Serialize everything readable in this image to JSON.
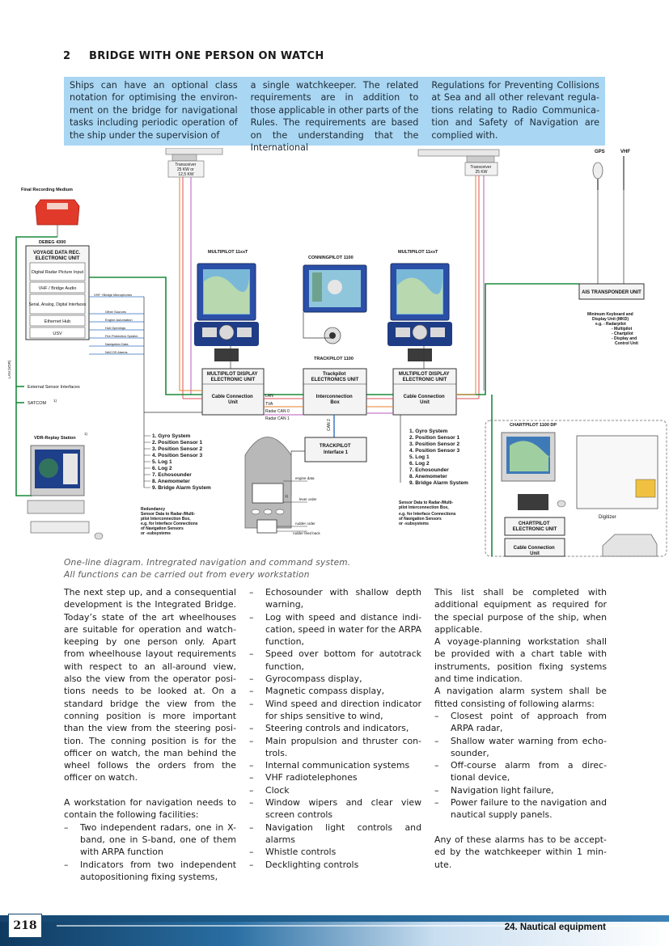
{
  "heading": {
    "number": "2",
    "title": "BRIDGE WITH ONE PERSON ON WATCH"
  },
  "intro": {
    "col1": "Ships can have an optional class notation for optimising the environ-ment on the bridge for navigational tasks including periodic operation of the ship under the supervision of",
    "col2": "a single watchkeeper. The related requirements are in addition to those applicable in other parts of the Rules. The requirements are based on the understanding that the International",
    "col3": "Regulations for Preventing Collisions at Sea and all other relevant regula-tions relating to Radio Communica-tion and Safety of Navigation are complied with."
  },
  "diagram": {
    "transceiver_left": [
      "Transceiver",
      "25 KW or",
      "12,5 KW"
    ],
    "transceiver_right": [
      "Transceiver",
      "25 KW"
    ],
    "gps": "GPS",
    "vhf": "VHF",
    "final_recording": "Final Recording Medium",
    "debeg": "DEBEG 4300",
    "vdr_unit_title": [
      "VOYAGE DATA REC.",
      "ELECTRONIC UNIT"
    ],
    "vdr_rows": [
      "Digital Radar Picture Input",
      "VHF / Bridge Audio",
      "Serial, Analog, Digital Interfaces",
      "Ethernet Hub",
      "USV"
    ],
    "vdr_inputs": [
      "VHF +Bridge Microphones",
      "Other Sources",
      "Engine Automation",
      "Hull Openings",
      "Fire Protection System",
      "Navigation Data",
      "NACOS Alarms"
    ],
    "lan_vdr": "LAN (VDR)",
    "ext_sensor": "External Sensor Interfaces",
    "satcom": "SATCOM",
    "satcom_note": "1)",
    "vdr_replay": "VDR-Replay Station",
    "vdr_replay_note": "1)",
    "multipilot_left": "MULTIPILOT 11xxT",
    "multipilot_right": "MULTIPILOT 11xxT",
    "conningpilot": "CONNINGPILOT 1100",
    "trackpilot": "TRACKPILOT 1100",
    "mp_unit_left": [
      "MULTIPILOT DISPLAY",
      "ELECTRONIC UNIT"
    ],
    "mp_unit_right": [
      "MULTIPILOT DISPLAY",
      "ELECTRONIC UNIT"
    ],
    "tp_unit": [
      "Trackpilot",
      "ELECTRONICS UNIT"
    ],
    "cable_conn_left": [
      "Cable Connection",
      "Unit"
    ],
    "cable_conn_right": [
      "Cable Connection",
      "Unit"
    ],
    "interconnection": [
      "Interconnection",
      "Box"
    ],
    "bus_labels": [
      "LAN",
      "TVA",
      "Radar CAN 0",
      "Radar CAN 1"
    ],
    "can2": "CAN 2",
    "tp_interface": [
      "TRACKPILOT",
      "Interface 1"
    ],
    "ais": "AIS TRANSPONDER UNIT",
    "mkd": [
      "Minimum Keyboard and",
      "Display Unit (MKD)",
      "e.g.  - Radarpilot",
      "- Multipilot",
      "- Chartpilot",
      "- Display and",
      "Control Unit"
    ],
    "sensors_left": [
      "1. Gyro System",
      "2. Position Sensor 1",
      "3. Position Sensor 2",
      "4. Position Sensor 3",
      "5. Log 1",
      "6. Log 2",
      "7. Echosounder",
      "8. Anemometer",
      "9. Bridge Alarm System"
    ],
    "redundancy_left": [
      "Redundancy",
      "Sensor Data to Radar-/Multi-",
      "pilot Interconnection Box,",
      "e.g. for Interface Connections",
      "of Navigation Sensors",
      "or -subsystems"
    ],
    "sensors_right": [
      "1. Gyro System",
      "2. Position Sensor 1",
      "3. Position Sensor 2",
      "4. Position Sensor 3",
      "5. Log 1",
      "6. Log 2",
      "7. Echosounder",
      "8. Anemometer",
      "9. Bridge Alarm System"
    ],
    "redundancy_right": [
      "Sensor Data to Radar-/Multi-",
      "pilot Interconnection Box,",
      "e.g. for Interface Connections",
      "of Navigation Sensors",
      "or -subsystems"
    ],
    "ship_labels": [
      "engine data",
      "lever order",
      "rudder order",
      "rudder feed back"
    ],
    "ship_note": "1)",
    "chartpilot": "CHARTPILOT 1100 DP",
    "cp_unit": [
      "CHARTPILOT",
      "ELECTRONIC UNIT"
    ],
    "cp_cable": [
      "Cable Connection",
      "Unit"
    ],
    "digitizer": "Digitizer",
    "colors": {
      "lan": "#1a8a3a",
      "tva": "#e0505a",
      "can0": "#e8802a",
      "can1": "#b85ab8",
      "bus_blue": "#2f6fc0"
    }
  },
  "caption": {
    "line1": "One-line diagram. Intregrated navigation and command system.",
    "line2": "All functions can be carried out from every workstation"
  },
  "col1": {
    "p1": "The next step up, and a consequential development is the Integrated Bridge. Today’s state of the art wheelhouses are suitable for operation and watch-keeping by one person only. Apart from wheelhouse layout requirements with respect to an all-around view, also the view from the operator posi-tions needs to be looked at. On a standard bridge the view from the conning position is more important than the view from the steering posi-tion. The conning position is for the officer on watch, the man behind the wheel follows the orders from the officer on watch.",
    "p2": "A workstation for navigation needs to contain the following facilities:",
    "items": [
      "Two independent radars, one in X-band, one in S-band, one of them with ARPA function",
      "Indicators from two independent autopositioning fixing systems,"
    ]
  },
  "col2": {
    "items": [
      "Echosounder with shallow depth warning,",
      "Log with speed and distance indi-cation, speed in water for the ARPA function,",
      "Speed over bottom for autotrack function,",
      "Gyrocompass display,",
      "Magnetic compass display,",
      "Wind speed and direction indicator for ships sensitive to wind,",
      "Steering controls and indicators,",
      "Main propulsion and thruster con-trols.",
      "Internal communication systems",
      "VHF radiotelephones",
      "Clock",
      "Window wipers and clear view screen controls",
      "Navigation light controls and alarms",
      "Whistle controls",
      "Decklighting controls"
    ]
  },
  "col3": {
    "p1": "This list shall be completed with additional equipment as required for the special purpose of the ship, when applicable.",
    "p2": "A voyage-planning workstation shall be provided with a chart table with instruments, position fixing systems and time indication.",
    "p3": "A navigation alarm system shall be fitted consisting of following alarms:",
    "items": [
      "Closest point of approach from ARPA radar,",
      "Shallow water warning from echo-sounder,",
      "Off-course alarm from a direc-tional device,",
      "Navigation light failure,",
      "Power failure to the navigation and nautical supply panels."
    ],
    "p4": "Any of these alarms has to be accept-ed by the watchkeeper within 1 min-ute."
  },
  "footer": {
    "page": "218",
    "chapter": "24. Nautical equipment"
  }
}
